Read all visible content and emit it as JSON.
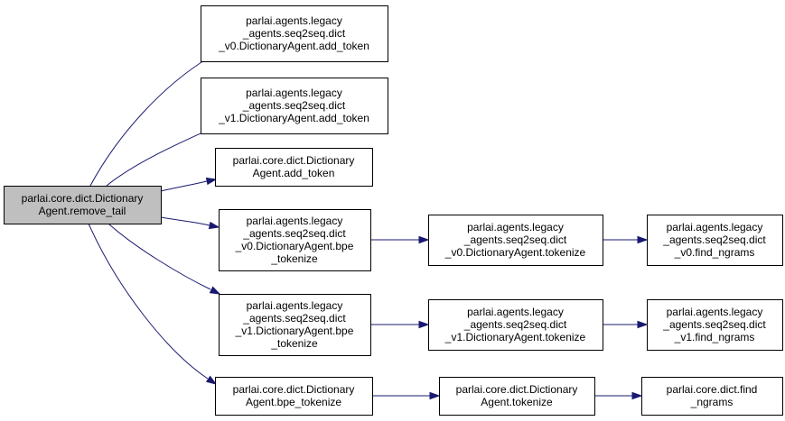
{
  "diagram": {
    "nodes": [
      {
        "id": "root",
        "lines": [
          "parlai.core.dict.Dictionary",
          "Agent.remove_tail"
        ]
      },
      {
        "id": "n1",
        "lines": [
          "parlai.agents.legacy",
          "_agents.seq2seq.dict",
          "_v0.DictionaryAgent.add_token"
        ]
      },
      {
        "id": "n2",
        "lines": [
          "parlai.agents.legacy",
          "_agents.seq2seq.dict",
          "_v1.DictionaryAgent.add_token"
        ]
      },
      {
        "id": "n3",
        "lines": [
          "parlai.core.dict.Dictionary",
          "Agent.add_token"
        ]
      },
      {
        "id": "n4",
        "lines": [
          "parlai.agents.legacy",
          "_agents.seq2seq.dict",
          "_v0.DictionaryAgent.bpe",
          "_tokenize"
        ]
      },
      {
        "id": "n5",
        "lines": [
          "parlai.agents.legacy",
          "_agents.seq2seq.dict",
          "_v1.DictionaryAgent.bpe",
          "_tokenize"
        ]
      },
      {
        "id": "n6",
        "lines": [
          "parlai.core.dict.Dictionary",
          "Agent.bpe_tokenize"
        ]
      },
      {
        "id": "n7",
        "lines": [
          "parlai.agents.legacy",
          "_agents.seq2seq.dict",
          "_v0.DictionaryAgent.tokenize"
        ]
      },
      {
        "id": "n8",
        "lines": [
          "parlai.agents.legacy",
          "_agents.seq2seq.dict",
          "_v1.DictionaryAgent.tokenize"
        ]
      },
      {
        "id": "n9",
        "lines": [
          "parlai.core.dict.Dictionary",
          "Agent.tokenize"
        ]
      },
      {
        "id": "n10",
        "lines": [
          "parlai.agents.legacy",
          "_agents.seq2seq.dict",
          "_v0.find_ngrams"
        ]
      },
      {
        "id": "n11",
        "lines": [
          "parlai.agents.legacy",
          "_agents.seq2seq.dict",
          "_v1.find_ngrams"
        ]
      },
      {
        "id": "n12",
        "lines": [
          "parlai.core.dict.find",
          "_ngrams"
        ]
      }
    ],
    "edges": [
      {
        "from": "root",
        "to": "n1"
      },
      {
        "from": "root",
        "to": "n2"
      },
      {
        "from": "root",
        "to": "n3"
      },
      {
        "from": "root",
        "to": "n4"
      },
      {
        "from": "root",
        "to": "n5"
      },
      {
        "from": "root",
        "to": "n6"
      },
      {
        "from": "n4",
        "to": "n7"
      },
      {
        "from": "n5",
        "to": "n8"
      },
      {
        "from": "n6",
        "to": "n9"
      },
      {
        "from": "n7",
        "to": "n10"
      },
      {
        "from": "n8",
        "to": "n11"
      },
      {
        "from": "n9",
        "to": "n12"
      }
    ],
    "colors": {
      "edge": "#191970",
      "root_fill": "#bfbfbf",
      "node_fill": "#ffffff",
      "node_border": "#000000"
    }
  }
}
